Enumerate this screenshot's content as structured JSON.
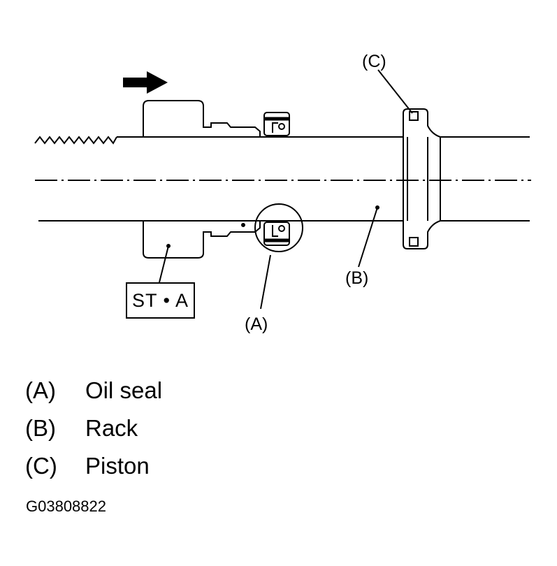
{
  "diagram": {
    "callouts": {
      "a": "(A)",
      "b": "(B)",
      "c": "(C)"
    },
    "tool_label": "ST • A",
    "direction_arrow": "right-arrow-icon"
  },
  "legend": [
    {
      "key": "(A)",
      "text": "Oil seal"
    },
    {
      "key": "(B)",
      "text": "Rack"
    },
    {
      "key": "(C)",
      "text": "Piston"
    }
  ],
  "figure_code": "G03808822"
}
